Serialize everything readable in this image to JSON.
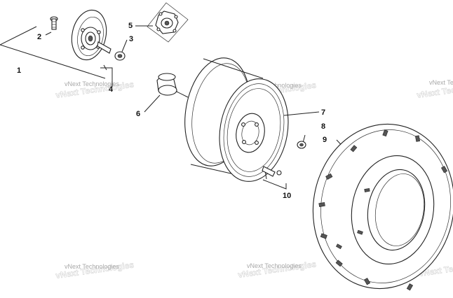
{
  "diagram": {
    "callouts": [
      {
        "id": "1",
        "label": "1"
      },
      {
        "id": "2",
        "label": "2"
      },
      {
        "id": "3",
        "label": "3"
      },
      {
        "id": "4",
        "label": "4"
      },
      {
        "id": "5",
        "label": "5"
      },
      {
        "id": "6",
        "label": "6"
      },
      {
        "id": "7",
        "label": "7"
      },
      {
        "id": "8",
        "label": "8"
      },
      {
        "id": "9",
        "label": "9"
      },
      {
        "id": "10",
        "label": "10"
      }
    ],
    "watermark": {
      "text": "vNext Technologies"
    }
  }
}
